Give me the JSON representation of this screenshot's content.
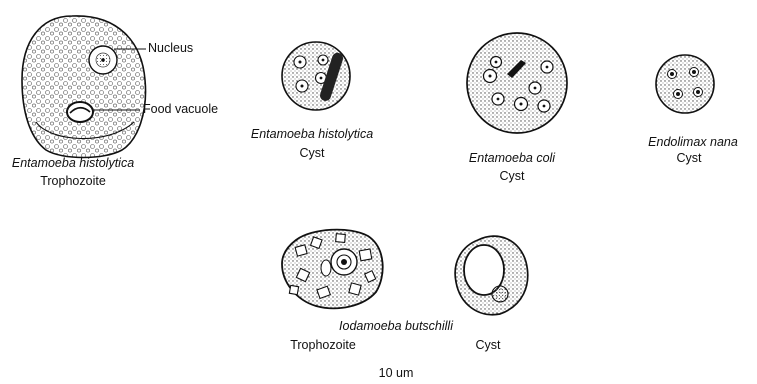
{
  "callouts": {
    "nucleus": "Nucleus",
    "food_vacuole": "Food vacuole"
  },
  "organisms": {
    "eh_troph": {
      "name": "Entamoeba histolytica",
      "stage": "Trophozoite"
    },
    "eh_cyst": {
      "name": "Entamoeba histolytica",
      "stage": "Cyst"
    },
    "ec_cyst": {
      "name": "Entamoeba coli",
      "stage": "Cyst"
    },
    "en_cyst": {
      "name": "Endolimax nana",
      "stage": "Cyst"
    },
    "ib": {
      "name": "Iodamoeba butschilli",
      "troph_stage": "Trophozoite",
      "cyst_stage": "Cyst"
    }
  },
  "scale_label": "10 um",
  "colors": {
    "ink": "#111111",
    "paper": "#ffffff",
    "dark_fill": "#222222"
  }
}
